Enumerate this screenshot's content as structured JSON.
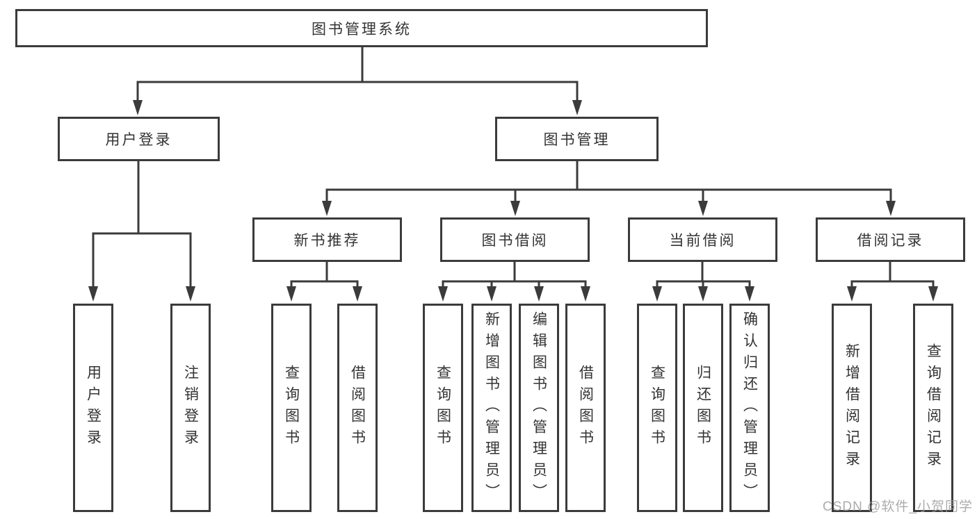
{
  "diagram": {
    "root": {
      "label": "图书管理系统"
    },
    "level2": {
      "user_login": {
        "label": "用户登录"
      },
      "book_mgmt": {
        "label": "图书管理"
      }
    },
    "level3": {
      "new_book_rec": {
        "label": "新书推荐"
      },
      "book_borrow": {
        "label": "图书借阅"
      },
      "current_borrow": {
        "label": "当前借阅"
      },
      "borrow_records": {
        "label": "借阅记录"
      }
    },
    "leaves": {
      "user_login": "用户登录",
      "logout": "注销登录",
      "newbook_query": "查询图书",
      "newbook_borrow": "借阅图书",
      "borrow_query": "查询图书",
      "borrow_add": "新增图书（管理员）",
      "borrow_edit": "编辑图书（管理员）",
      "borrow_borrow": "借阅图书",
      "current_query": "查询图书",
      "current_return": "归还图书",
      "current_confirm": "确认归还（管理员）",
      "records_add": "新增借阅记录",
      "records_query": "查询借阅记录"
    }
  },
  "watermark": "CSDN @软件_小贺同学",
  "colors": {
    "line": "#3b3b3b",
    "text": "#333333",
    "background": "#ffffff",
    "watermark": "#9e9e9e"
  }
}
